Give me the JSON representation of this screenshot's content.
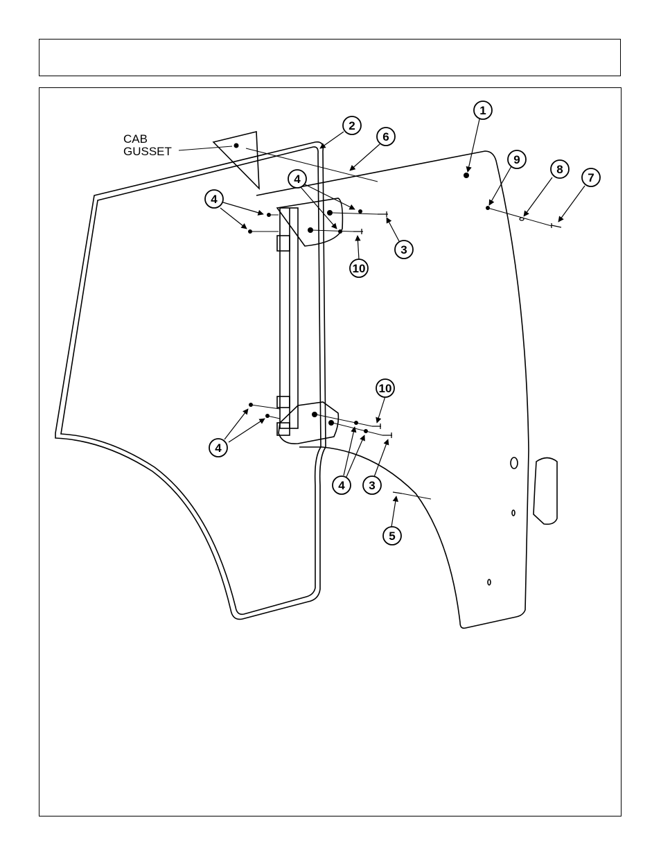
{
  "header": {
    "title": ""
  },
  "diagram": {
    "cab_gusset_label": [
      "CAB",
      "GUSSET"
    ],
    "callouts": [
      {
        "id": "callout-1",
        "text": "1"
      },
      {
        "id": "callout-2",
        "text": "2"
      },
      {
        "id": "callout-6",
        "text": "6"
      },
      {
        "id": "callout-9",
        "text": "9"
      },
      {
        "id": "callout-8",
        "text": "8"
      },
      {
        "id": "callout-7",
        "text": "7"
      },
      {
        "id": "callout-4a",
        "text": "4"
      },
      {
        "id": "callout-4b",
        "text": "4"
      },
      {
        "id": "callout-3a",
        "text": "3"
      },
      {
        "id": "callout-10a",
        "text": "10"
      },
      {
        "id": "callout-10b",
        "text": "10"
      },
      {
        "id": "callout-4c",
        "text": "4"
      },
      {
        "id": "callout-4d",
        "text": "4"
      },
      {
        "id": "callout-3b",
        "text": "3"
      },
      {
        "id": "callout-5",
        "text": "5"
      }
    ]
  }
}
